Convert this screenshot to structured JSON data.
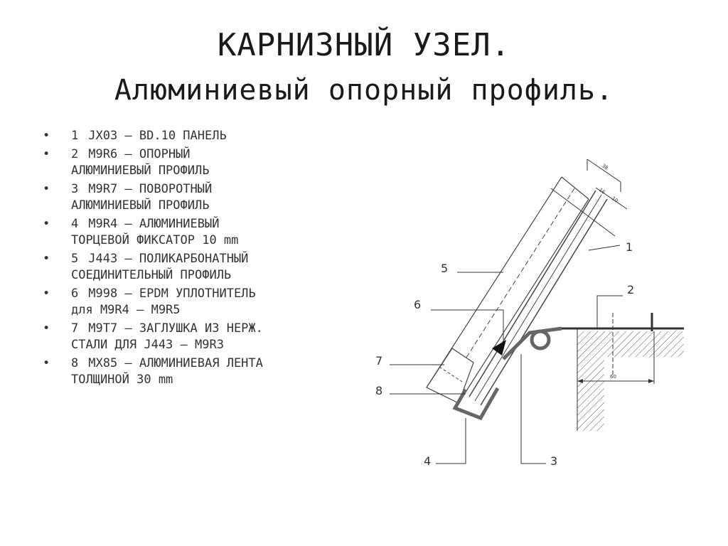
{
  "title": {
    "line1": "КАРНИЗНЫЙ УЗЕЛ.",
    "line2": "Алюминиевый опорный профиль."
  },
  "legend": [
    {
      "num": "1",
      "line1": "JX03 – BD.10 ПАНЕЛЬ",
      "line2": ""
    },
    {
      "num": "2",
      "line1": "M9R6 – ОПОРНЫЙ",
      "line2": "АЛЮМИНИЕВЫЙ ПРОФИЛЬ"
    },
    {
      "num": "3",
      "line1": "M9R7 – ПОВОРОТНЫЙ",
      "line2": "АЛЮМИНИЕВЫЙ ПРОФИЛЬ"
    },
    {
      "num": "4",
      "line1": "M9R4 – АЛЮМИНИЕВЫЙ",
      "line2": "ТОРЦЕВОЙ ФИКСАТОР 10 mm"
    },
    {
      "num": "5",
      "line1": "J443 – ПОЛИКАРБОНАТНЫЙ",
      "line2": "СОЕДИНИТЕЛЬНЫЙ ПРОФИЛЬ"
    },
    {
      "num": "6",
      "line1": "M998 – EPDM УПЛОТНИТЕЛЬ",
      "line2": "для M9R4 – M9R5"
    },
    {
      "num": "7",
      "line1": "M9T7 – ЗАГЛУШКА ИЗ НЕРЖ.",
      "line2": "СТАЛИ ДЛЯ J443 – M9R3"
    },
    {
      "num": "8",
      "line1": "MX85 – АЛЮМИНИЕВАЯ ЛЕНТА",
      "line2": "ТОЛЩИНОЙ 30 mm"
    }
  ],
  "bullet": "•",
  "callouts": {
    "c1": "1",
    "c2": "2",
    "c3": "3",
    "c4": "4",
    "c5": "5",
    "c6": "6",
    "c7": "7",
    "c8": "8"
  },
  "dimensions": {
    "d38": "38",
    "d16": "16",
    "d10": "10",
    "d60": "60"
  },
  "colors": {
    "line": "#333333",
    "profile": "#666666",
    "hatch": "#555555"
  }
}
